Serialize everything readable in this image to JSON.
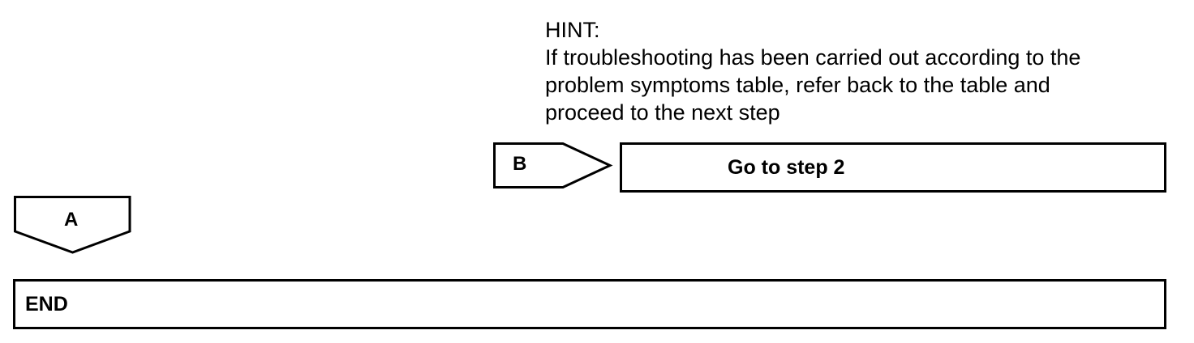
{
  "hint": {
    "title": "HINT:",
    "lines": [
      "If troubleshooting has been carried out according to the",
      "problem symptoms table, refer back to the table and",
      "proceed to the next step"
    ]
  },
  "branch_b": {
    "label": "B",
    "target": "Go to step 2"
  },
  "branch_a": {
    "label": "A"
  },
  "end_box": {
    "label": "END"
  },
  "colors": {
    "line": "#000000",
    "background": "#ffffff"
  }
}
